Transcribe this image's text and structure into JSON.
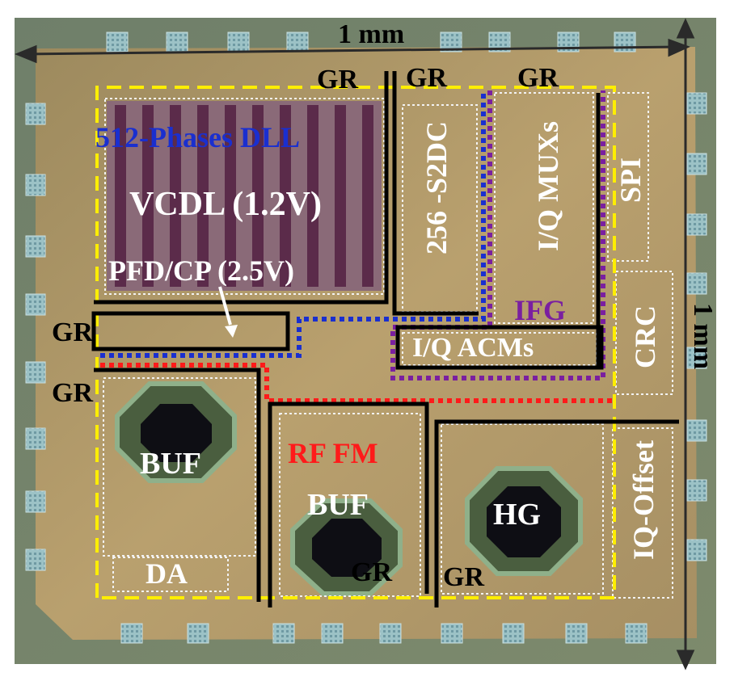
{
  "dimensions": {
    "width_label": "1 mm",
    "height_label": "1 mm"
  },
  "guard_ring_label": "GR",
  "blocks": {
    "dll_title": "512-Phases DLL",
    "vcdl": "VCDL (1.2V)",
    "pfd_cp": "PFD/CP (2.5V)",
    "s2dc": "256 -S2DC",
    "iq_muxs": "I/Q MUXs",
    "spi": "SPI",
    "ifg": "IFG",
    "iq_acms": "I/Q ACMs",
    "crc": "CRC",
    "buf_left": "BUF",
    "rf_fm": "RF FM",
    "buf_center": "BUF",
    "hg": "HG",
    "iq_offset": "IQ-Offset",
    "da": "DA"
  },
  "colors": {
    "die": "#b59a6a",
    "pad": "#8fb3b8",
    "yellow_outline": "#ffee00",
    "blue_outline": "#1a2fcf",
    "red_outline": "#ff1a1a",
    "purple_outline": "#7a1fa0",
    "dll_title_color": "#1a2fcf",
    "rf_fm_color": "#ff1a1a",
    "ifg_color": "#7a1fa0"
  }
}
